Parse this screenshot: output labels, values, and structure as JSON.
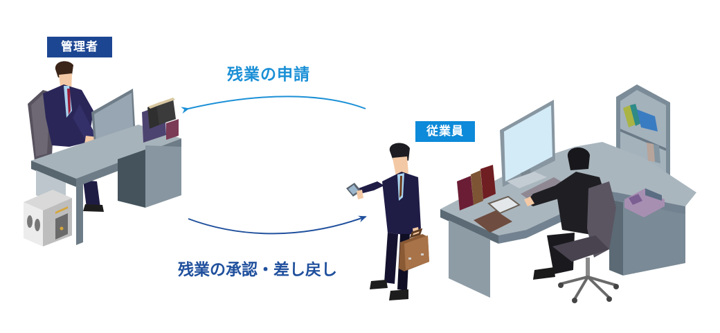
{
  "diagram": {
    "type": "workflow-illustration",
    "actors": {
      "manager": {
        "label": "管理者",
        "badge_color": "#1d4692"
      },
      "employee": {
        "label": "従業員",
        "badge_color": "#0d8ad9"
      }
    },
    "flows": [
      {
        "from": "employee",
        "to": "manager",
        "label": "残業の申請",
        "color": "#1a8fd6"
      },
      {
        "from": "manager",
        "to": "employee",
        "label": "残業の承認・差し戻し",
        "color": "#20509d"
      }
    ]
  }
}
